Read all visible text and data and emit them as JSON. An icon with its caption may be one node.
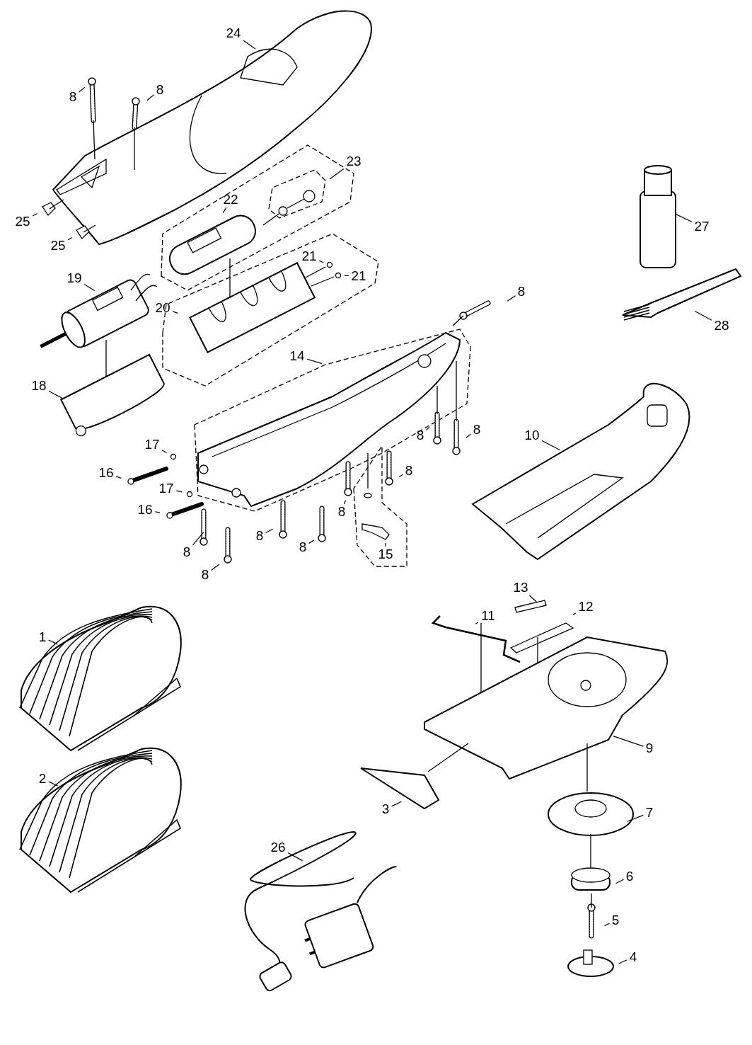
{
  "diagram": {
    "nodes": [
      {
        "text": [
          "24"
        ]
      },
      {
        "text": [
          "8"
        ]
      },
      {
        "text": [
          "8"
        ]
      },
      {
        "text": [
          "25"
        ]
      },
      {
        "text": [
          "25"
        ]
      },
      {
        "text": [
          "23"
        ]
      },
      {
        "text": [
          "22"
        ]
      },
      {
        "text": [
          "21"
        ]
      },
      {
        "text": [
          "21"
        ]
      },
      {
        "text": [
          "19"
        ]
      },
      {
        "text": [
          "20"
        ]
      },
      {
        "text": [
          "14"
        ]
      },
      {
        "text": [
          "18"
        ]
      },
      {
        "text": [
          "8"
        ]
      },
      {
        "text": [
          "17"
        ]
      },
      {
        "text": [
          "16"
        ]
      },
      {
        "text": [
          "17"
        ]
      },
      {
        "text": [
          "16"
        ]
      },
      {
        "text": [
          "8"
        ]
      },
      {
        "text": [
          "8"
        ]
      },
      {
        "text": [
          "8"
        ]
      },
      {
        "text": [
          "8"
        ]
      },
      {
        "text": [
          "8"
        ]
      },
      {
        "text": [
          "8"
        ]
      },
      {
        "text": [
          "8"
        ]
      },
      {
        "text": [
          "8"
        ]
      },
      {
        "text": [
          "15"
        ]
      },
      {
        "text": [
          "10"
        ]
      },
      {
        "text": [
          "27"
        ]
      },
      {
        "text": [
          "28"
        ]
      },
      {
        "text": [
          "13"
        ]
      },
      {
        "text": [
          "11"
        ]
      },
      {
        "text": [
          "12"
        ]
      },
      {
        "text": [
          "1"
        ]
      },
      {
        "text": [
          "2"
        ]
      },
      {
        "text": [
          "9"
        ]
      },
      {
        "text": [
          "3"
        ]
      },
      {
        "text": [
          "7"
        ]
      },
      {
        "text": [
          "26"
        ]
      },
      {
        "text": [
          "6"
        ]
      },
      {
        "text": [
          "5"
        ]
      },
      {
        "text": [
          "4"
        ]
      }
    ],
    "edges": [
      {
        "from": 0,
        "to": null,
        "arrow": "none"
      },
      {
        "from": 1,
        "to": null,
        "arrow": "none"
      },
      {
        "from": 2,
        "to": null,
        "arrow": "none"
      },
      {
        "from": 3,
        "to": null,
        "arrow": "none"
      },
      {
        "from": 4,
        "to": null,
        "arrow": "none"
      },
      {
        "from": 5,
        "to": null,
        "arrow": "none"
      },
      {
        "from": 6,
        "to": null,
        "arrow": "none"
      },
      {
        "from": 7,
        "to": null,
        "arrow": "none"
      },
      {
        "from": 8,
        "to": null,
        "arrow": "none"
      },
      {
        "from": 9,
        "to": null,
        "arrow": "none"
      },
      {
        "from": 10,
        "to": null,
        "arrow": "none"
      },
      {
        "from": 11,
        "to": null,
        "arrow": "none"
      },
      {
        "from": 12,
        "to": null,
        "arrow": "none"
      },
      {
        "from": 13,
        "to": null,
        "arrow": "none"
      },
      {
        "from": 14,
        "to": null,
        "arrow": "none"
      },
      {
        "from": 15,
        "to": null,
        "arrow": "none"
      },
      {
        "from": 16,
        "to": null,
        "arrow": "none"
      },
      {
        "from": 17,
        "to": null,
        "arrow": "none"
      },
      {
        "from": 18,
        "to": null,
        "arrow": "none"
      },
      {
        "from": 19,
        "to": null,
        "arrow": "none"
      },
      {
        "from": 20,
        "to": null,
        "arrow": "none"
      },
      {
        "from": 21,
        "to": null,
        "arrow": "none"
      },
      {
        "from": 22,
        "to": null,
        "arrow": "none"
      },
      {
        "from": 23,
        "to": null,
        "arrow": "none"
      },
      {
        "from": 24,
        "to": null,
        "arrow": "none"
      },
      {
        "from": 25,
        "to": null,
        "arrow": "none"
      },
      {
        "from": 26,
        "to": null,
        "arrow": "none"
      },
      {
        "from": 27,
        "to": null,
        "arrow": "none"
      },
      {
        "from": 28,
        "to": null,
        "arrow": "none"
      },
      {
        "from": 29,
        "to": null,
        "arrow": "none"
      },
      {
        "from": 30,
        "to": null,
        "arrow": "none"
      },
      {
        "from": 31,
        "to": null,
        "arrow": "none"
      },
      {
        "from": 32,
        "to": null,
        "arrow": "none"
      },
      {
        "from": 33,
        "to": null,
        "arrow": "none"
      },
      {
        "from": 34,
        "to": null,
        "arrow": "none"
      },
      {
        "from": 35,
        "to": null,
        "arrow": "none"
      },
      {
        "from": 36,
        "to": null,
        "arrow": "none"
      },
      {
        "from": 37,
        "to": null,
        "arrow": "none"
      },
      {
        "from": 38,
        "to": null,
        "arrow": "none"
      },
      {
        "from": 39,
        "to": null,
        "arrow": "none"
      },
      {
        "from": 40,
        "to": null,
        "arrow": "none"
      },
      {
        "from": 41,
        "to": null,
        "arrow": "none"
      }
    ]
  }
}
